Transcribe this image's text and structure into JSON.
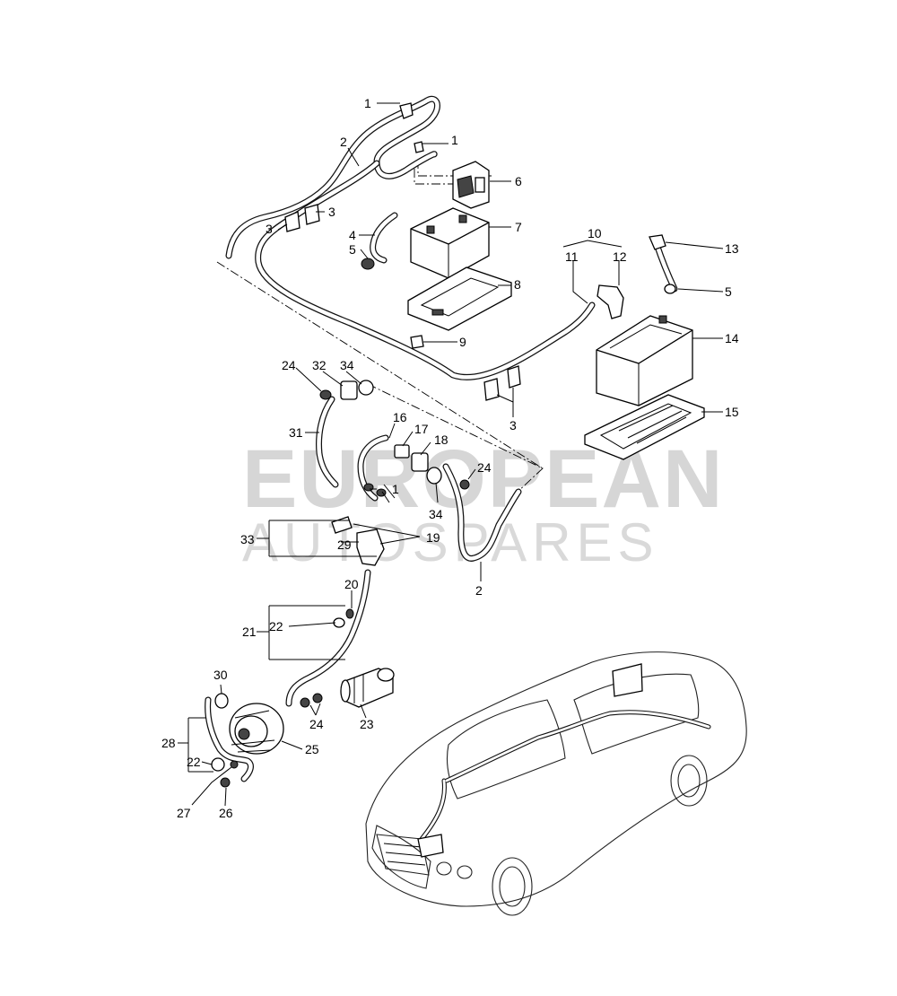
{
  "watermark": {
    "line1": "EUROPEAN",
    "line2": "AUTOSPARES"
  },
  "callouts": [
    {
      "id": "c1a",
      "text": "1"
    },
    {
      "id": "c2a",
      "text": "2"
    },
    {
      "id": "c1b",
      "text": "1"
    },
    {
      "id": "c6",
      "text": "6"
    },
    {
      "id": "c3a",
      "text": "3"
    },
    {
      "id": "c3b",
      "text": "3"
    },
    {
      "id": "c7",
      "text": "7"
    },
    {
      "id": "c4",
      "text": "4"
    },
    {
      "id": "c5a",
      "text": "5"
    },
    {
      "id": "c10",
      "text": "10"
    },
    {
      "id": "c13",
      "text": "13"
    },
    {
      "id": "c11",
      "text": "11"
    },
    {
      "id": "c12",
      "text": "12"
    },
    {
      "id": "c8",
      "text": "8"
    },
    {
      "id": "c5b",
      "text": "5"
    },
    {
      "id": "c9",
      "text": "9"
    },
    {
      "id": "c14",
      "text": "14"
    },
    {
      "id": "c24a",
      "text": "24"
    },
    {
      "id": "c32",
      "text": "32"
    },
    {
      "id": "c34a",
      "text": "34"
    },
    {
      "id": "c3c",
      "text": "3"
    },
    {
      "id": "c15",
      "text": "15"
    },
    {
      "id": "c16",
      "text": "16"
    },
    {
      "id": "c17",
      "text": "17"
    },
    {
      "id": "c31",
      "text": "31"
    },
    {
      "id": "c18",
      "text": "18"
    },
    {
      "id": "c24b",
      "text": "24"
    },
    {
      "id": "c1c",
      "text": "1"
    },
    {
      "id": "c34b",
      "text": "34"
    },
    {
      "id": "c33",
      "text": "33"
    },
    {
      "id": "c19",
      "text": "19"
    },
    {
      "id": "c29",
      "text": "29"
    },
    {
      "id": "c2b",
      "text": "2"
    },
    {
      "id": "c20",
      "text": "20"
    },
    {
      "id": "c22a",
      "text": "22"
    },
    {
      "id": "c21",
      "text": "21"
    },
    {
      "id": "c30",
      "text": "30"
    },
    {
      "id": "c24c",
      "text": "24"
    },
    {
      "id": "c23",
      "text": "23"
    },
    {
      "id": "c28",
      "text": "28"
    },
    {
      "id": "c25",
      "text": "25"
    },
    {
      "id": "c22b",
      "text": "22"
    },
    {
      "id": "c27",
      "text": "27"
    },
    {
      "id": "c26",
      "text": "26"
    }
  ]
}
